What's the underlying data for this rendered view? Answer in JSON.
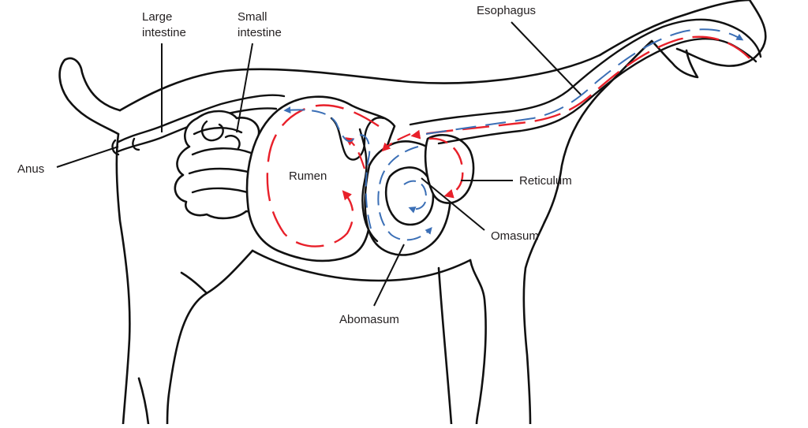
{
  "labels": {
    "large_intestine": [
      "Large",
      "intestine"
    ],
    "small_intestine": [
      "Small",
      "intestine"
    ],
    "esophagus": "Esophagus",
    "anus": "Anus",
    "rumen": "Rumen",
    "reticulum": "Reticulum",
    "omasum": "Omasum",
    "abomasum": "Abomasum"
  },
  "colors": {
    "outline": "#111111",
    "food_flow_red": "#e8202a",
    "food_flow_blue": "#3b6fb6",
    "text": "#231f20"
  },
  "icons": [
    "red-flow-arrow-icon",
    "blue-flow-arrow-icon"
  ]
}
